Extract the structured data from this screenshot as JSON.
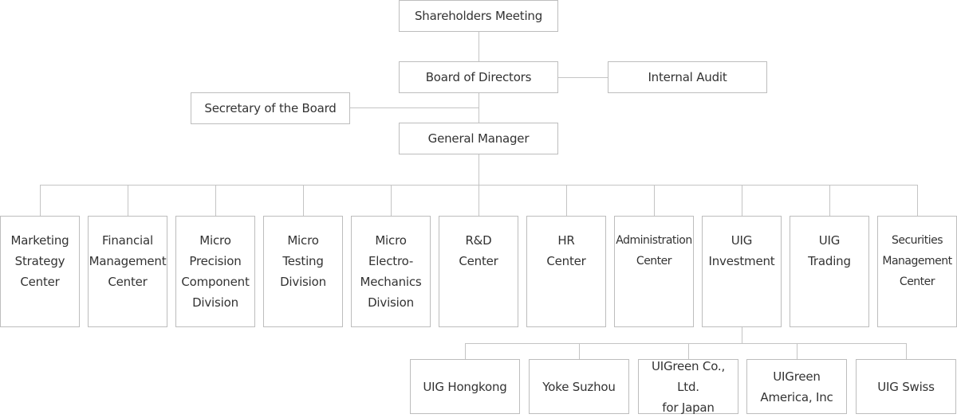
{
  "chart": {
    "top": {
      "shareholders": "Shareholders Meeting",
      "board": "Board of Directors",
      "audit": "Internal Audit",
      "secretary": "Secretary of the Board",
      "gm": "General Manager"
    },
    "departments": [
      "Marketing\nStrategy\nCenter",
      "Financial\nManagement\nCenter",
      "Micro\nPrecision\nComponent\nDivision",
      "Micro\nTesting\nDivision",
      "Micro\nElectro-\nMechanics\nDivision",
      "R&D\nCenter",
      "HR\nCenter",
      "Administration\nCenter",
      "UIG\nInvestment",
      "UIG\nTrading",
      "Securities\nManagement\nCenter"
    ],
    "subsidiaries": [
      "UIG Hongkong",
      "Yoke Suzhou",
      "UIGreen Co., Ltd.\nfor Japan",
      "UIGreen\nAmerica, Inc",
      "UIG Swiss"
    ]
  }
}
